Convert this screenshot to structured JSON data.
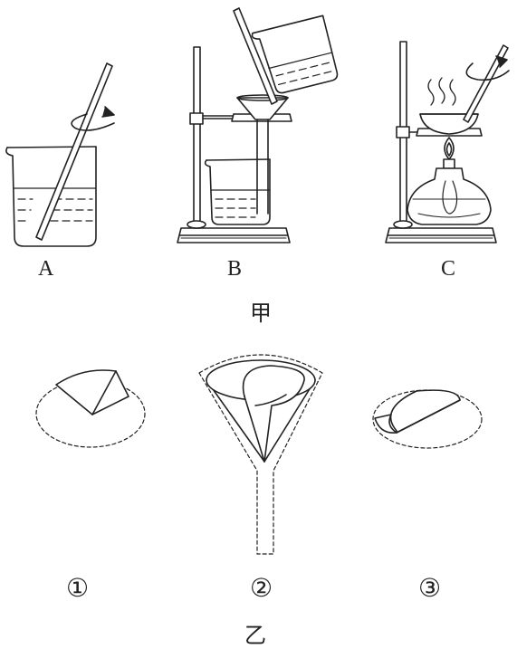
{
  "figure_jia": {
    "caption": "甲",
    "panels": [
      {
        "label": "A"
      },
      {
        "label": "B"
      },
      {
        "label": "C"
      }
    ]
  },
  "figure_yi": {
    "caption": "乙",
    "steps": [
      {
        "label": "①"
      },
      {
        "label": "②"
      },
      {
        "label": "③"
      }
    ]
  }
}
